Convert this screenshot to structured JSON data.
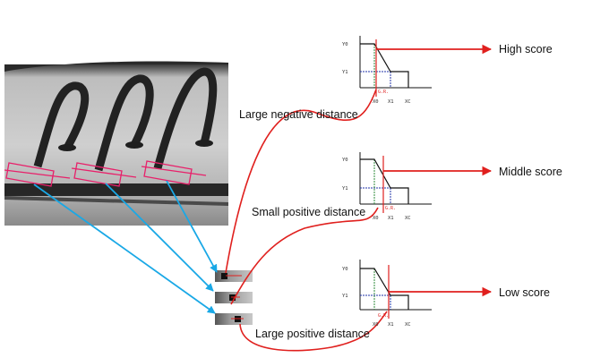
{
  "labels": {
    "large_negative": "Large negative distance",
    "small_positive": "Small positive distance",
    "large_positive": "Large positive distance"
  },
  "panels": [
    {
      "score_label": "High score",
      "y0_label": "Y0",
      "y1_label": "Y1",
      "x0_label": "X0",
      "x1_label": "X1",
      "xc_label": "XC",
      "marker_label": "G.R."
    },
    {
      "score_label": "Middle score",
      "y0_label": "Y0",
      "y1_label": "Y1",
      "x0_label": "X0",
      "x1_label": "X1",
      "xc_label": "XC",
      "marker_label": "G.R."
    },
    {
      "score_label": "Low score",
      "y0_label": "Y0",
      "y1_label": "Y1",
      "x0_label": "X0",
      "x1_label": "X1",
      "xc_label": "XC",
      "marker_label": "G.R."
    }
  ],
  "colors": {
    "arrow_red": "#e0201e",
    "arrow_blue": "#19a8e6",
    "y0_line_green": "#2e8b3a",
    "y1_line_blue": "#2233aa",
    "curve_black": "#111111"
  }
}
